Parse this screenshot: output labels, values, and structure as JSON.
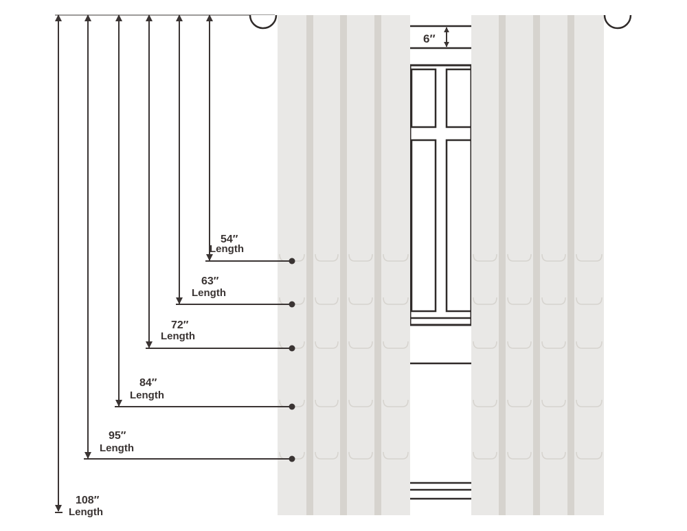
{
  "colors": {
    "ink": "#3a3433",
    "curtain_panel": "#e9e8e6",
    "curtain_fold": "#d6d3ce",
    "window_frame": "#2f2a29",
    "background": "#ffffff"
  },
  "top_gap_label": "6″",
  "length_word": "Length",
  "lengths": [
    {
      "size": "54″",
      "word": "Length"
    },
    {
      "size": "63″",
      "word": "Length"
    },
    {
      "size": "72″",
      "word": "Length"
    },
    {
      "size": "84″",
      "word": "Length"
    },
    {
      "size": "95″",
      "word": "Length"
    },
    {
      "size": "108″",
      "word": "Length"
    }
  ]
}
